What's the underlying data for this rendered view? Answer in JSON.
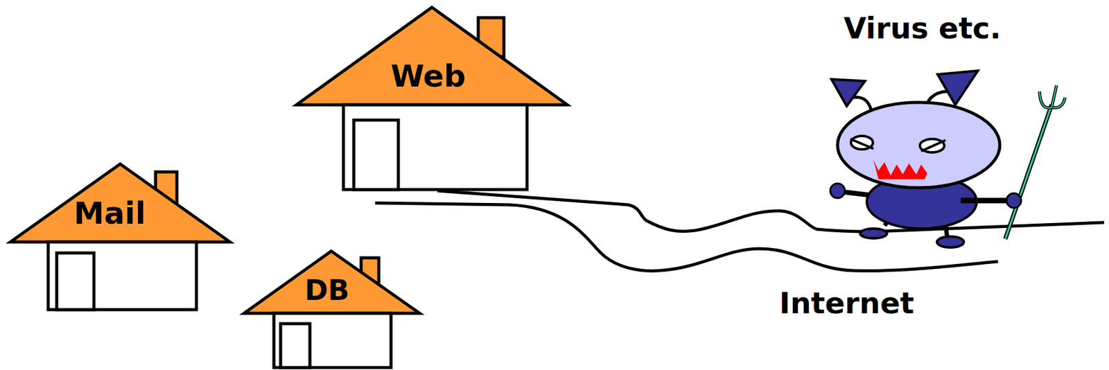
{
  "diagram": {
    "nodes": [
      {
        "text": [
          "Web"
        ]
      },
      {
        "text": [
          "Mail"
        ]
      },
      {
        "text": [
          "DB"
        ]
      },
      {
        "text": [
          "Virus etc."
        ]
      }
    ],
    "edges": [
      {
        "from": 0,
        "to": 3,
        "arrow": "none"
      }
    ],
    "labels": [
      "Internet"
    ]
  }
}
